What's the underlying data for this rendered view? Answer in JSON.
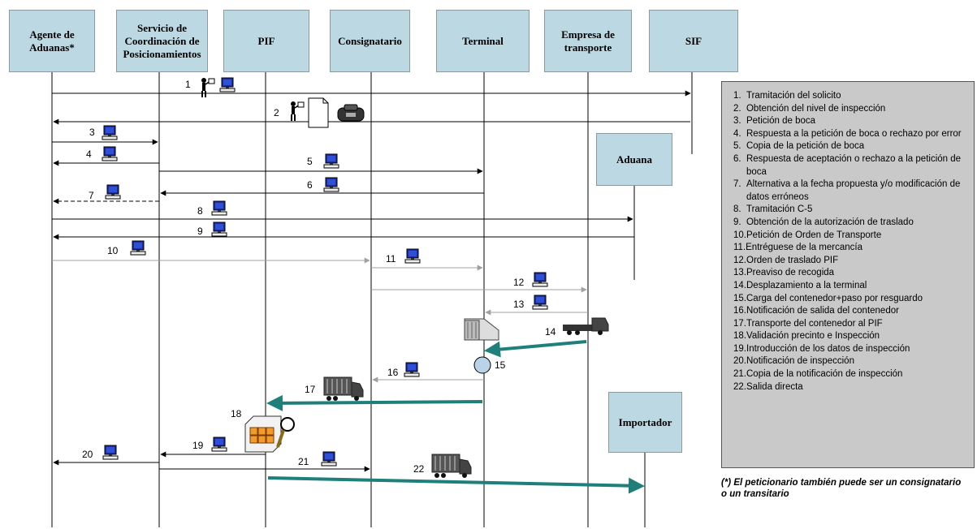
{
  "actors": {
    "agente": "Agente de\nAduanas*",
    "servicio": "Servicio de\nCoordinación de\nPosicionamientos",
    "pif": "PIF",
    "consignatario": "Consignatario",
    "terminal": "Terminal",
    "empresa": "Empresa de\ntransporte",
    "sif": "SIF",
    "aduana": "Aduana",
    "importador": "Importador"
  },
  "steps": [
    "1",
    "2",
    "3",
    "4",
    "5",
    "6",
    "7",
    "8",
    "9",
    "10",
    "11",
    "12",
    "13",
    "14",
    "15",
    "16",
    "17",
    "18",
    "19",
    "20",
    "21",
    "22"
  ],
  "legend": [
    {
      "num": "1.  ",
      "text": "Tramitación del solicito"
    },
    {
      "num": "2.  ",
      "text": "Obtención del nivel de inspección"
    },
    {
      "num": "3.  ",
      "text": "Petición de boca"
    },
    {
      "num": "4.  ",
      "text": "Respuesta a la petición de boca o rechazo por error"
    },
    {
      "num": "5.  ",
      "text": "Copia de la petición de boca"
    },
    {
      "num": "6.  ",
      "text": "Respuesta de aceptación o rechazo a la petición de boca"
    },
    {
      "num": "7.  ",
      "text": "Alternativa a la fecha propuesta y/o modificación de datos erróneos"
    },
    {
      "num": "8.  ",
      "text": "Tramitación C-5"
    },
    {
      "num": "9.  ",
      "text": "Obtención de la autorización de traslado"
    },
    {
      "num": "10.",
      "text": "Petición de Orden de Transporte"
    },
    {
      "num": "11.",
      "text": "Entréguese de la mercancía"
    },
    {
      "num": "12.",
      "text": "Orden de traslado PIF"
    },
    {
      "num": "13.",
      "text": "Preaviso de recogida"
    },
    {
      "num": "14.",
      "text": "Desplazamiento a la terminal"
    },
    {
      "num": "15.",
      "text": "Carga del contenedor+paso por resguardo"
    },
    {
      "num": "16.",
      "text": "Notificación de  salida del contenedor"
    },
    {
      "num": "17.",
      "text": "Transporte del contenedor al PIF"
    },
    {
      "num": "18.",
      "text": "Validación precinto e Inspección"
    },
    {
      "num": "19.",
      "text": "Introducción de los datos de inspección"
    },
    {
      "num": "20.",
      "text": "Notificación de inspección"
    },
    {
      "num": "21.",
      "text": "Copia de la notificación de inspección"
    },
    {
      "num": "22.",
      "text": "Salida directa"
    }
  ],
  "footnote": "(*) El peticionario también puede ser un consignatario o un transitario",
  "colors": {
    "actor_fill": "#bcd8e3",
    "legend_fill": "#c9c9c9",
    "teal_arrow": "#1f7f7a",
    "gray_arrow": "#a0a0a0"
  },
  "icons": [
    "computer-icon",
    "person-icon",
    "document-icon",
    "phone-icon",
    "truck-icon",
    "container-icon",
    "checkpoint-circle-icon",
    "inspection-icon"
  ]
}
